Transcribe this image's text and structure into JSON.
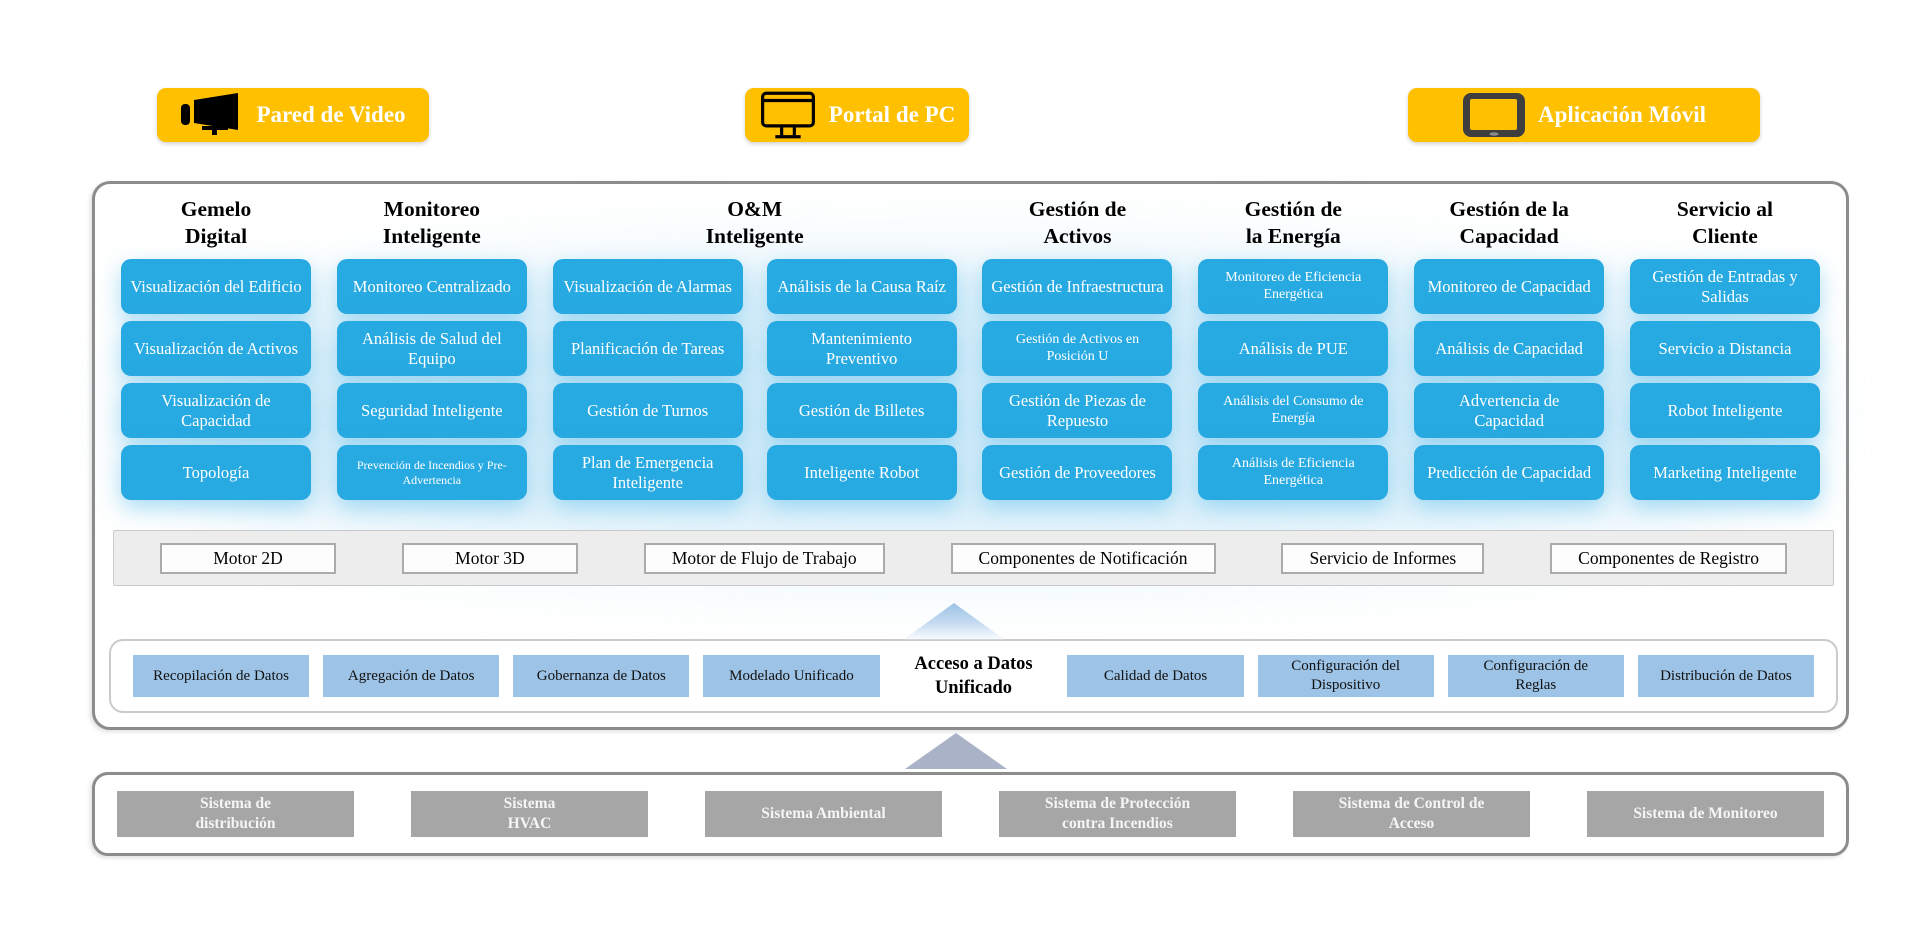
{
  "colors": {
    "accent_yellow": "#FFC000",
    "app_box_blue": "#27A9E1",
    "data_box_blue": "#9DC3E6",
    "system_box_gray": "#A6A6A6",
    "container_border": "#8C8C8C",
    "arrow_blue": "#9DC3E6",
    "arrow_gray_blue": "#A9B2C7"
  },
  "access_channels": [
    {
      "label": "Pared de Video",
      "icon": "video-wall-icon"
    },
    {
      "label": "Portal de PC",
      "icon": "pc-monitor-icon"
    },
    {
      "label": "Aplicación Móvil",
      "icon": "tablet-icon"
    }
  ],
  "application_layer": {
    "columns": [
      {
        "header_lines": [
          "Gemelo",
          "Digital"
        ],
        "subcolumns": [
          [
            "Visualización del Edificio",
            "Visualización de Activos",
            "Visualización de Capacidad",
            "Topología"
          ]
        ]
      },
      {
        "header_lines": [
          "Monitoreo",
          "Inteligente"
        ],
        "subcolumns": [
          [
            "Monitoreo Centralizado",
            "Análisis de Salud del Equipo",
            "Seguridad Inteligente",
            "Prevención de Incendios y Pre-Advertencia"
          ]
        ]
      },
      {
        "header_lines": [
          "O&M",
          "Inteligente"
        ],
        "subcolumns": [
          [
            "Visualización de Alarmas",
            "Planificación de Tareas",
            "Gestión de Turnos",
            "Plan de Emergencia Inteligente"
          ],
          [
            "Análisis de la Causa Raíz",
            "Mantenimiento Preventivo",
            "Gestión de Billetes",
            "Inteligente Robot"
          ]
        ]
      },
      {
        "header_lines": [
          "Gestión de",
          "Activos"
        ],
        "subcolumns": [
          [
            "Gestión de Infraestructura",
            "Gestión de Activos en Posición U",
            "Gestión de Piezas de Repuesto",
            "Gestión de Proveedores"
          ]
        ]
      },
      {
        "header_lines": [
          "Gestión de",
          "la Energía"
        ],
        "subcolumns": [
          [
            "Monitoreo de Eficiencia Energética",
            "Análisis de PUE",
            "Análisis del Consumo de Energía",
            "Análisis de Eficiencia Energética"
          ]
        ]
      },
      {
        "header_lines": [
          "Gestión de la",
          "Capacidad"
        ],
        "subcolumns": [
          [
            "Monitoreo de Capacidad",
            "Análisis de Capacidad",
            "Advertencia de Capacidad",
            "Predicción de Capacidad"
          ]
        ]
      },
      {
        "header_lines": [
          "Servicio al",
          "Cliente"
        ],
        "subcolumns": [
          [
            "Gestión de Entradas y Salidas",
            "Servicio a Distancia",
            "Robot Inteligente",
            "Marketing Inteligente"
          ]
        ]
      }
    ]
  },
  "engine_bar": {
    "items": [
      "Motor 2D",
      "Motor 3D",
      "Motor de Flujo de Trabajo",
      "Componentes de Notificación",
      "Servicio de Informes",
      "Componentes de Registro"
    ]
  },
  "data_layer": {
    "title_lines": [
      "Acceso a Datos",
      "Unificado"
    ],
    "left_items": [
      "Recopilación de Datos",
      "Agregación de Datos",
      "Gobernanza de Datos",
      "Modelado Unificado"
    ],
    "right_items": [
      "Calidad de Datos",
      "Configuración del Dispositivo",
      "Configuración de Reglas",
      "Distribución de Datos"
    ]
  },
  "systems_layer": {
    "items": [
      {
        "lines": [
          "Sistema de",
          "distribución"
        ]
      },
      {
        "lines": [
          "Sistema",
          "HVAC"
        ]
      },
      {
        "lines": [
          "Sistema Ambiental"
        ]
      },
      {
        "lines": [
          "Sistema de Protección",
          "contra Incendios"
        ]
      },
      {
        "lines": [
          "Sistema de Control de",
          "Acceso"
        ]
      },
      {
        "lines": [
          "Sistema de Monitoreo"
        ]
      }
    ]
  }
}
